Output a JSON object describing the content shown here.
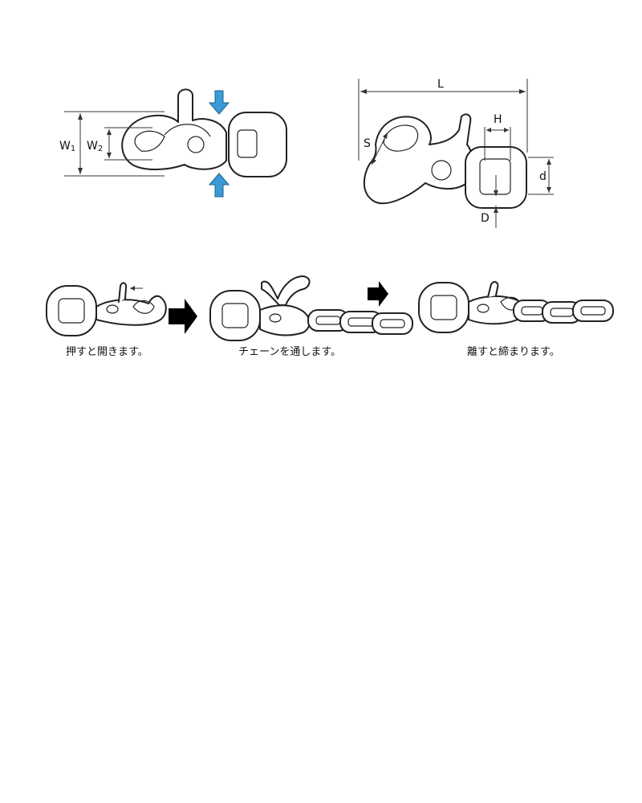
{
  "dimensions": {
    "w1": "W",
    "w1_sub": "1",
    "w2": "W",
    "w2_sub": "2",
    "length": "L",
    "slot": "S",
    "height": "H",
    "depth": "d",
    "diameter": "D"
  },
  "steps": [
    {
      "caption": "押すと開きます。"
    },
    {
      "caption": "チェーンを通します。"
    },
    {
      "caption": "離すと締まります。"
    }
  ],
  "colors": {
    "press_arrow": "#3a9bd8",
    "step_arrow": "#000000",
    "line": "#222222"
  },
  "icons": {
    "press_arrow": "press-arrow-icon",
    "step_arrow": "step-arrow-icon"
  }
}
